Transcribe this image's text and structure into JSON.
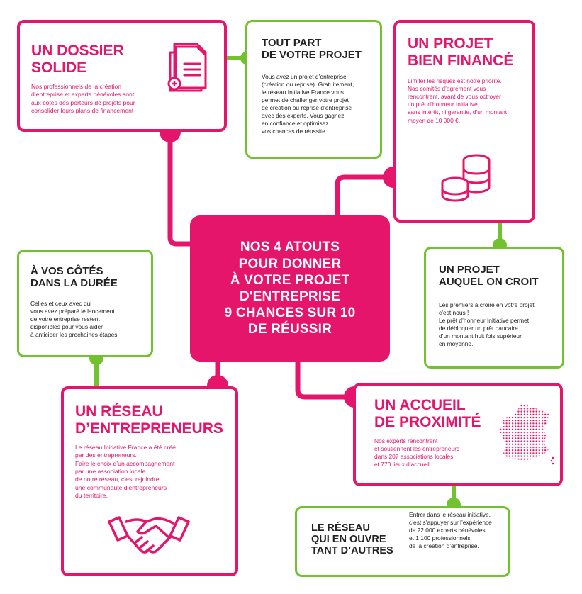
{
  "center": {
    "text": "NOS 4 ATOUTS\nPOUR DONNER\nÀ VOTRE PROJET\nD'ENTREPRISE\n9 CHANCES SUR 10\nDE RÉUSSIR"
  },
  "boxes": {
    "dossier": {
      "title": "UN DOSSIER\nSOLIDE",
      "body": "Nos professionnels de la création\nd’entreprise et experts bénévoles sont\naux côtés des porteurs de projets pour\nconsolider leurs plans de financement"
    },
    "tout_part": {
      "title": "TOUT PART\nDE VOTRE PROJET",
      "body": "Vous avez un projet d’entreprise\n(création ou reprise). Gratuitement,\nle réseau Initiative France vous\npermet de challenger votre projet\nde création ou reprise d’entreprise\navec des experts. Vous gagnez\nen confiance et optimisez\nvos chances de réussite."
    },
    "finance": {
      "title": "UN PROJET\nBIEN FINANCÉ",
      "body": "Limiter les risques est notre priorité.\nNos comités d’agrément vous\nrencontrent, avant de vous octroyer\nun prêt d’honneur Initiative,\nsans intérêt, ni garantie, d’un montant\nmoyen de 10 000 €."
    },
    "croit": {
      "title": "UN PROJET\nAUQUEL ON CROIT",
      "body": "Les premiers à croire en votre projet,\nc’est nous !\nLe prêt d’honneur Initiative permet\nde débloquer un prêt bancaire\nd’un montant huit fois supérieur\nen moyenne."
    },
    "cotes": {
      "title": "À VOS CÔTÉS\nDANS LA DURÉE",
      "body": "Celles et ceux avec qui\nvous avez préparé le lancement\nde votre entreprise restent\ndisponibles pour vous aider\nà anticiper les prochaines étapes."
    },
    "reseau": {
      "title": "UN RÉSEAU\nD’ENTREPRENEURS",
      "body": "Le réseau Initiative France a été créé\npar des entrepreneurs.\nFaire le choix d’un accompagnement\npar une association locale\nde notre réseau, c’est rejoindre\nune communauté d’entrepreneurs\ndu territoire."
    },
    "accueil": {
      "title": "UN ACCUEIL\nDE PROXIMITÉ",
      "body": "Nos experts rencontrent\net soutiennent les entrepreneurs\ndans 207 associations locales\net 770 lieux d’accueil."
    },
    "autres": {
      "title": "LE RÉSEAU\nQUI EN OUVRE\nTANT D’AUTRES",
      "body": "Entrer dans le réseau initiative,\nc’est s’appuyer sur l’expérience\nde 22 000 experts bénévoles\net 1 100 professionnels\nde la création d’entreprise."
    }
  },
  "colors": {
    "pink": "#e5156c",
    "green": "#72c22f",
    "text": "#222222"
  },
  "icons": [
    "documents-icon",
    "coins-icon",
    "handshake-icon",
    "france-map-icon"
  ]
}
